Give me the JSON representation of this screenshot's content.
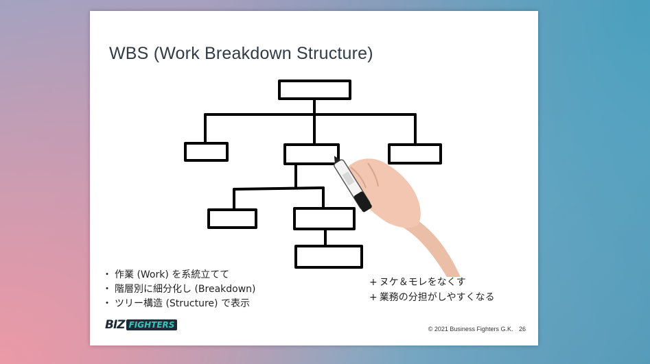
{
  "slide": {
    "title": "WBS (Work Breakdown Structure)",
    "bullets": [
      {
        "marker": "・",
        "text": "作業 (Work) を系統立てて"
      },
      {
        "marker": "・",
        "text": "階層別に細分化し (Breakdown)"
      },
      {
        "marker": "・",
        "text": "ツリー構造 (Structure) で表示"
      }
    ],
    "benefits": [
      {
        "marker": "+",
        "text": "ヌケ＆モレをなくす"
      },
      {
        "marker": "+",
        "text": "業務の分担がしやすくなる"
      }
    ],
    "logo": {
      "part1": "BIZ",
      "part2": "FIGHTERS"
    },
    "footer": {
      "copyright": "© 2021 Business Fighters G.K.",
      "page": "26"
    }
  },
  "colors": {
    "ink": "#000000",
    "title": "#2f3b47",
    "logo_dark": "#1e2a36",
    "logo_accent": "#34c6b9",
    "skin": "#f2c6b0"
  },
  "icons": {
    "hand": "hand-with-marker-icon"
  }
}
